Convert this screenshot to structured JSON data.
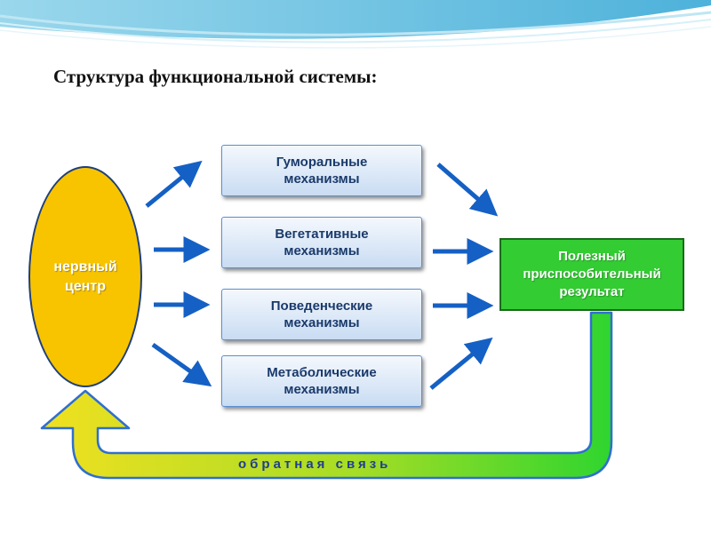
{
  "title": "Структура функциональной системы:",
  "center": {
    "label": "нервный центр"
  },
  "mechanisms": [
    {
      "label": "Гуморальные механизмы"
    },
    {
      "label": "Вегетативные механизмы"
    },
    {
      "label": "Поведенческие механизмы"
    },
    {
      "label": "Метаболические механизмы"
    }
  ],
  "result": {
    "label": "Полезный приспособительный результат"
  },
  "feedback": {
    "label": "обратная связь"
  },
  "colors": {
    "center_fill": "#f8c400",
    "result_fill": "#33cc33",
    "arrow_fill": "#1560c4",
    "feedback_gradient_start": "#f0e020",
    "feedback_gradient_end": "#2fd52f",
    "header_wave": "#6ec6e4"
  }
}
